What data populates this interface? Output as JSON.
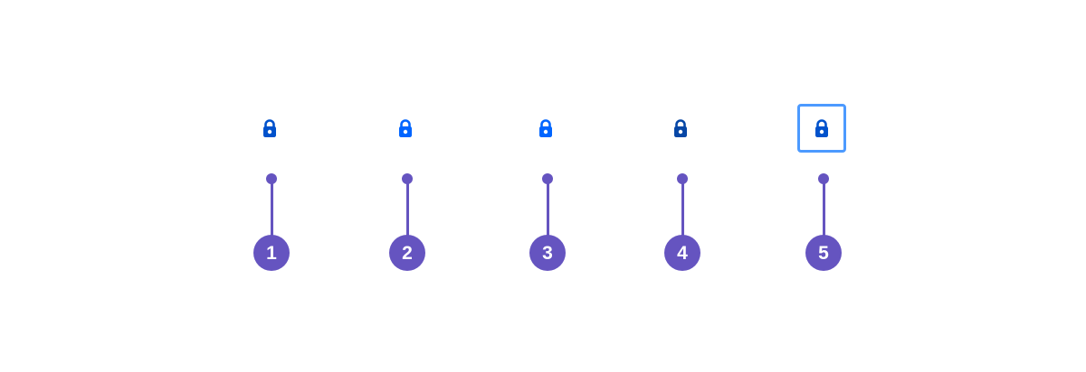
{
  "annotation_color": "#6554c0",
  "focus_ring_color": "#4c9aff",
  "states": [
    {
      "number": "1",
      "icon": "lock-icon",
      "icon_color": "#0052cc",
      "focused": false
    },
    {
      "number": "2",
      "icon": "lock-icon",
      "icon_color": "#0065ff",
      "focused": false
    },
    {
      "number": "3",
      "icon": "lock-icon",
      "icon_color": "#0065ff",
      "focused": false
    },
    {
      "number": "4",
      "icon": "lock-icon",
      "icon_color": "#0747a6",
      "focused": false
    },
    {
      "number": "5",
      "icon": "lock-icon",
      "icon_color": "#0052cc",
      "focused": true
    }
  ]
}
